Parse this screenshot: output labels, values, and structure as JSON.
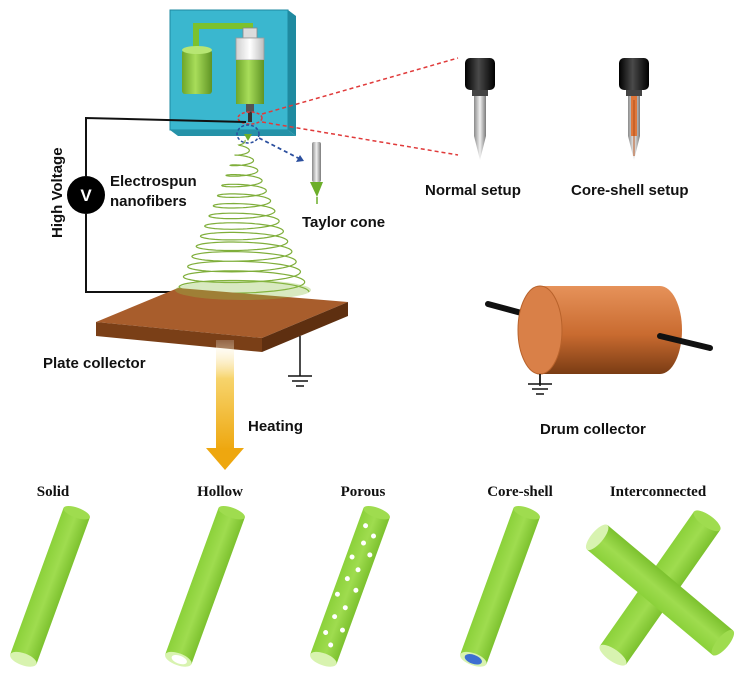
{
  "labels": {
    "high_voltage": "High Voltage",
    "voltmeter_symbol": "V",
    "electrospun_line1": "Electrospun",
    "electrospun_line2": "nanofibers",
    "taylor_cone": "Taylor cone",
    "normal_setup": "Normal setup",
    "core_shell_setup": "Core-shell setup",
    "plate_collector": "Plate collector",
    "drum_collector": "Drum collector",
    "heating": "Heating"
  },
  "morphologies": [
    "Solid",
    "Hollow",
    "Porous",
    "Core-shell",
    "Interconnected"
  ],
  "colors": {
    "panel": "#3ab7cf",
    "fiber_green": "#8ccf3e",
    "fiber_light": "#c7ec93",
    "plate_brown": "#a35a2b",
    "drum_orange": "#d2783d",
    "arrow_yellow": "#f2b51c",
    "dashed_red": "#e03a3a",
    "dashed_blue": "#2b4f9e",
    "core_blue": "#3d6fd1"
  }
}
